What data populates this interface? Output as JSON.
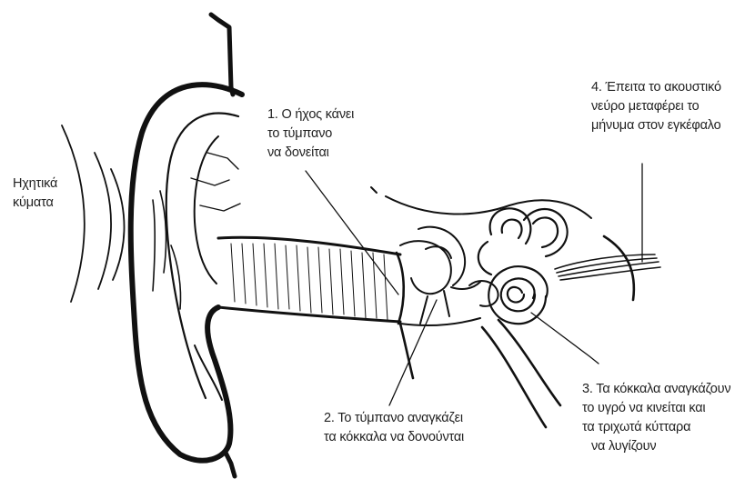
{
  "labels": {
    "sound_waves": [
      "Ηχητικά",
      "κύματα"
    ],
    "step1": [
      "1. Ο ήχος κάνει",
      "το τύμπανο",
      "να δονείται"
    ],
    "step2": [
      "2. Το τύμπανο αναγκάζει",
      "τα κόκκαλα να δονούνται"
    ],
    "step3": [
      "3. Τα κόκκαλα αναγκάζουν",
      "το υγρό να κινείται και",
      "τα τριχωτά κύτταρα",
      "να λυγίζουν"
    ],
    "step4": [
      "4. Έπειτα το ακουστικό",
      "νεύρο μεταφέρει το",
      "μήνυμα στον εγκέφαλο"
    ]
  }
}
